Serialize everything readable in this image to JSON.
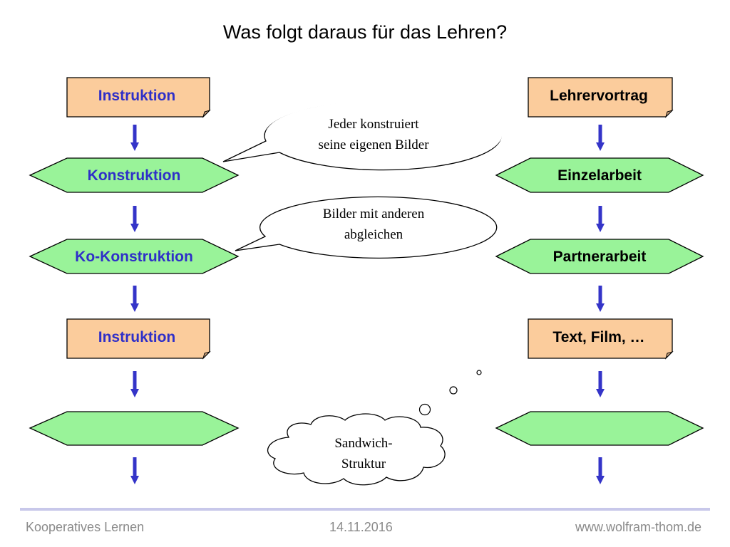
{
  "slide": {
    "title": "Was folgt daraus für das Lehren?"
  },
  "left_column": {
    "items": [
      {
        "shape": "document",
        "label": "Instruktion"
      },
      {
        "shape": "hexagon",
        "label": "Konstruktion"
      },
      {
        "shape": "hexagon",
        "label": "Ko-Konstruktion"
      },
      {
        "shape": "document",
        "label": "Instruktion"
      },
      {
        "shape": "hexagon",
        "label": ""
      }
    ]
  },
  "right_column": {
    "items": [
      {
        "shape": "document",
        "label": "Lehrervortrag"
      },
      {
        "shape": "hexagon",
        "label": "Einzelarbeit"
      },
      {
        "shape": "hexagon",
        "label": "Partnerarbeit"
      },
      {
        "shape": "document",
        "label": "Text, Film, …"
      },
      {
        "shape": "hexagon",
        "label": ""
      }
    ]
  },
  "callouts": {
    "speech_1": {
      "line1": "Jeder konstruiert",
      "line2": "seine eigenen Bilder"
    },
    "speech_2": {
      "line1": "Bilder mit anderen",
      "line2": "abgleichen"
    },
    "thought": {
      "line1": "Sandwich-",
      "line2": "Struktur"
    }
  },
  "footer": {
    "left": "Kooperatives Lernen",
    "center": "14.11.2016",
    "right": "www.wolfram-thom.de"
  },
  "colors": {
    "document_fill": "#fbcc9c",
    "hexagon_fill": "#99f399",
    "left_label": "#2f2fc8",
    "right_label": "#000000",
    "arrow": "#3434c8",
    "footer_rule": "#c8c8ea"
  }
}
